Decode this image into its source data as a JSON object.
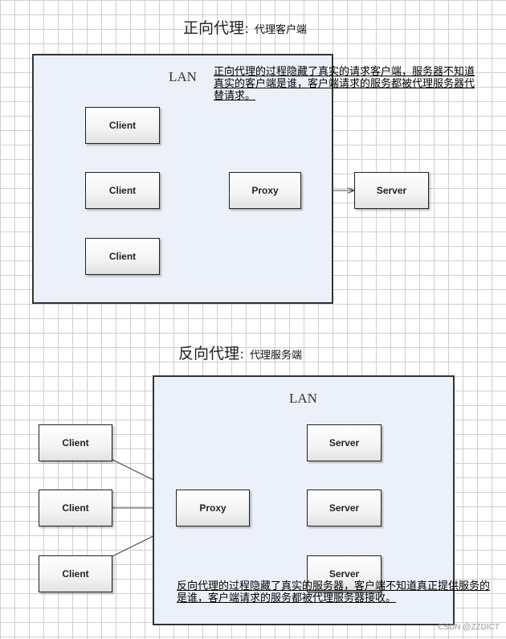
{
  "forward": {
    "title_main": "正向代理",
    "title_colon": "：",
    "title_sub": "代理客户端",
    "lan_label": "LAN",
    "note": "正向代理的过程隐藏了真实的请求客户端，服务器不知道真实的客户端是谁，客户端请求的服务都被代理服务器代替请求。",
    "clients": [
      "Client",
      "Client",
      "Client"
    ],
    "proxy": "Proxy",
    "server": "Server"
  },
  "reverse": {
    "title_main": "反向代理",
    "title_colon": "：",
    "title_sub": "代理服务端",
    "lan_label": "LAN",
    "note": "反向代理的过程隐藏了真实的服务器，客户端不知道真正提供服务的是谁，客户端请求的服务都被代理服务器接收。",
    "clients": [
      "Client",
      "Client",
      "Client"
    ],
    "proxy": "Proxy",
    "servers": [
      "Server",
      "Server",
      "Server"
    ]
  },
  "watermark": "CSDN @ZZDICT",
  "colors": {
    "lan_fill": "#ecf0f8",
    "border": "#333333",
    "arrow": "#444444",
    "grid": "#cfcfcf"
  }
}
